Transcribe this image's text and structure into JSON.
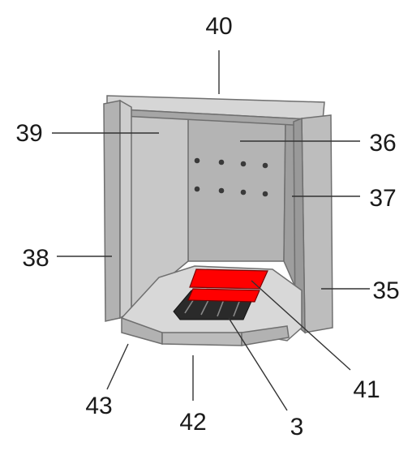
{
  "labels": {
    "l40": "40",
    "l39": "39",
    "l36": "36",
    "l37": "37",
    "l38": "38",
    "l35": "35",
    "l43": "43",
    "l42": "42",
    "l3": "3",
    "l41": "41"
  },
  "colors": {
    "highlight": "#ff0000",
    "brick_light": "#cfcfcf",
    "brick_mid": "#b3b3b3",
    "brick_dark": "#8f8f8f",
    "grate": "#2a2a2a"
  }
}
